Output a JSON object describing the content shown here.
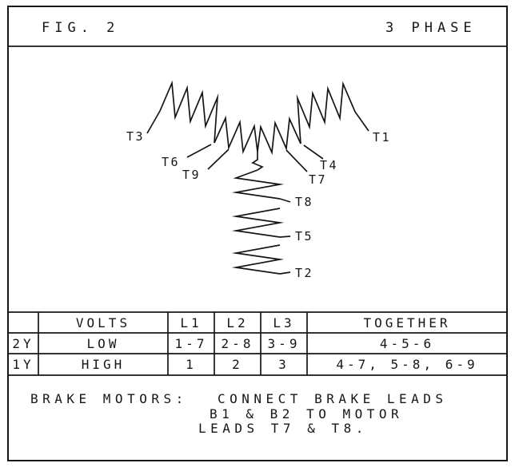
{
  "header": {
    "figure": "FIG. 2",
    "phase": "3 PHASE"
  },
  "diagram": {
    "labels": {
      "t1": "T1",
      "t2": "T2",
      "t3": "T3",
      "t4": "T4",
      "t5": "T5",
      "t6": "T6",
      "t7": "T7",
      "t8": "T8",
      "t9": "T9"
    }
  },
  "table": {
    "columns": [
      "",
      "VOLTS",
      "L1",
      "L2",
      "L3",
      "TOGETHER"
    ],
    "rows": [
      {
        "config": "2Y",
        "volts": "LOW",
        "l1": "1-7",
        "l2": "2-8",
        "l3": "3-9",
        "together": "4-5-6"
      },
      {
        "config": "1Y",
        "volts": "HIGH",
        "l1": "1",
        "l2": "2",
        "l3": "3",
        "together": "4-7, 5-8, 6-9"
      }
    ]
  },
  "note": {
    "label": "BRAKE MOTORS:",
    "line1": "CONNECT BRAKE LEADS",
    "line2": "B1 & B2 TO MOTOR",
    "line3": "LEADS T7 & T8."
  },
  "colors": {
    "ink": "#161616",
    "background": "#ffffff"
  }
}
